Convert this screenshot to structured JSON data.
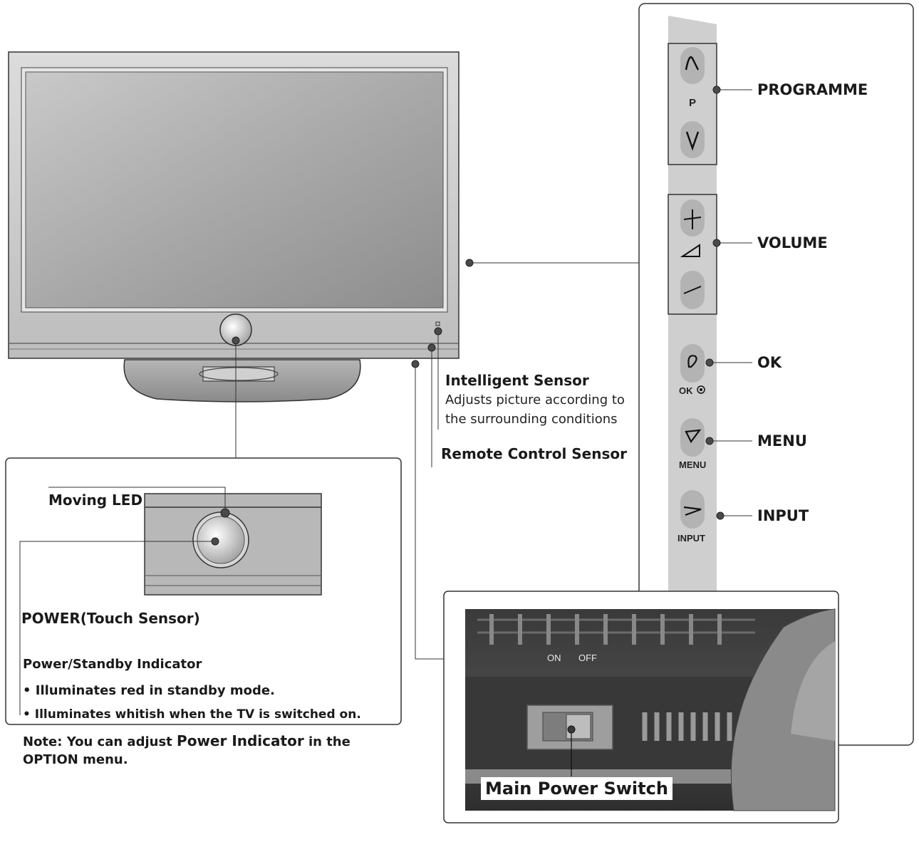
{
  "tv": {
    "buttons": {
      "p_label": "P",
      "ok_label": "OK",
      "menu_label": "MENU",
      "input_label": "INPUT"
    }
  },
  "callouts": {
    "programme": "PROGRAMME",
    "volume": "VOLUME",
    "ok": "OK",
    "menu": "MENU",
    "input": "INPUT",
    "intelligent_sensor": "Intelligent Sensor",
    "intelligent_sensor_desc_1": "Adjusts picture according to",
    "intelligent_sensor_desc_2": "the surrounding conditions",
    "remote_sensor": "Remote Control Sensor",
    "moving_led": "Moving LED",
    "power_touch": "POWER(Touch Sensor)",
    "power_indicator": "Power/Standby Indicator",
    "bullet_1": "• Illuminates red in standby mode.",
    "bullet_2": "• Illuminates whitish when the TV is switched on.",
    "note_prefix": "Note: You can adjust ",
    "note_highlight": "Power Indicator",
    "note_suffix": " in the",
    "note_line2": "OPTION menu.",
    "switch_on": "ON",
    "switch_off": "OFF",
    "main_power": "Main Power Switch"
  }
}
